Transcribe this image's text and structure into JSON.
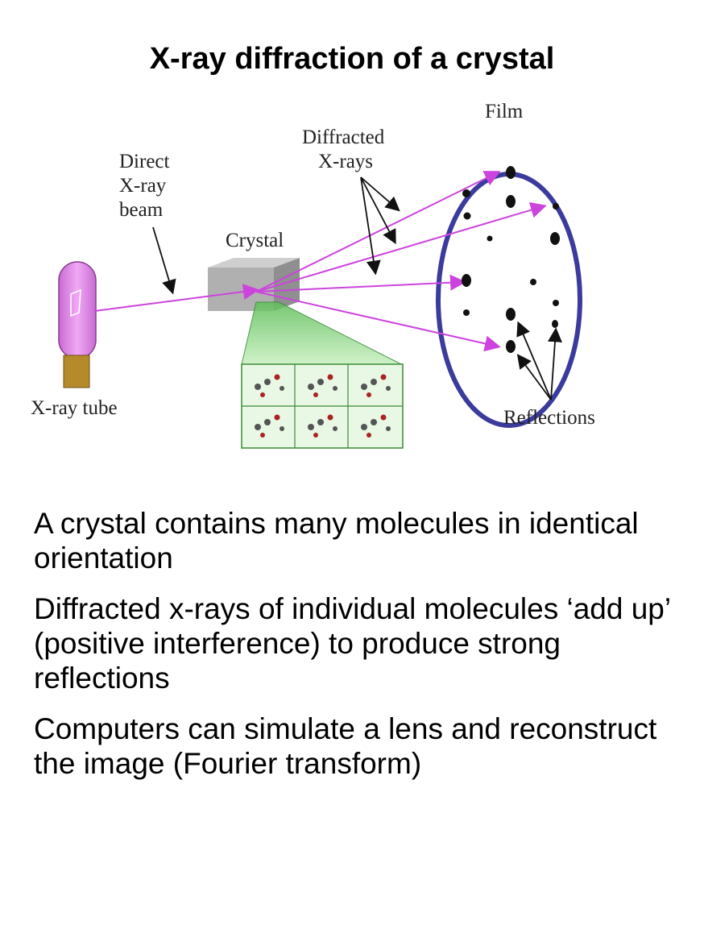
{
  "title": "X-ray diffraction of a crystal",
  "diagram": {
    "labels": {
      "direct_beam_line1": "Direct",
      "direct_beam_line2": "X-ray",
      "direct_beam_line3": "beam",
      "diffracted_line1": "Diffracted",
      "diffracted_line2": "X-rays",
      "crystal": "Crystal",
      "film": "Film",
      "tube": "X-ray tube",
      "reflections": "Reflections"
    },
    "colors": {
      "beam": "#cc44dd",
      "tube_glass": "#e08ae6",
      "tube_base": "#b58a2a",
      "film_ring": "#3b3b9e",
      "unit_cell": "#6fcf6a",
      "crystal_block": "#a9a9a9"
    }
  },
  "bullets": [
    "A crystal contains many molecules in identical orientation",
    "Diffracted x-rays of individual molecules ‘add up’ (positive interference) to produce strong reflections",
    "Computers can simulate a lens and reconstruct the image (Fourier transform)"
  ]
}
